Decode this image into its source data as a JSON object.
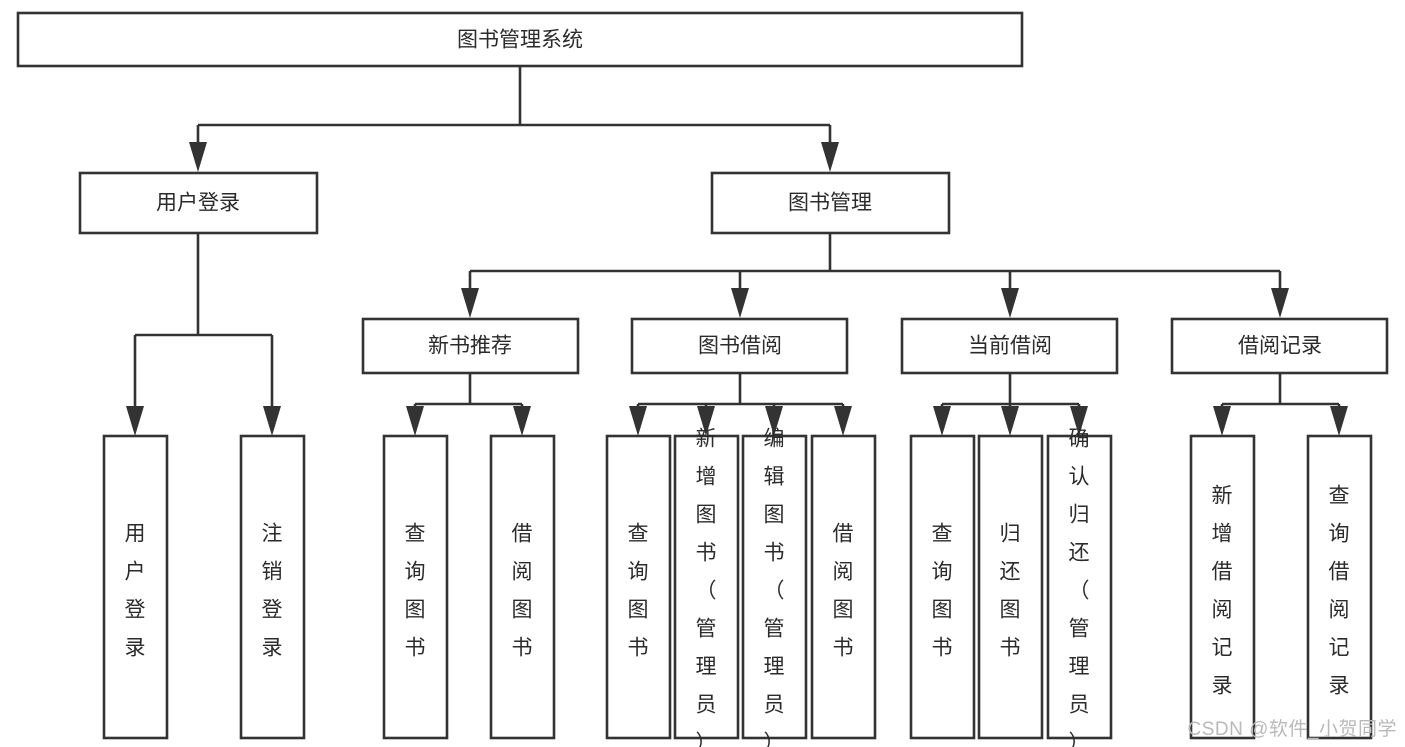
{
  "diagram": {
    "type": "tree-hierarchy",
    "title": "图书管理系统",
    "watermark": "CSDN @软件_小贺同学",
    "root": {
      "id": "root",
      "label": "图书管理系统"
    },
    "level2": [
      {
        "id": "user-login",
        "label": "用户登录"
      },
      {
        "id": "book-manage",
        "label": "图书管理"
      }
    ],
    "level3": [
      {
        "id": "new-book-recommend",
        "label": "新书推荐",
        "parent": "book-manage"
      },
      {
        "id": "book-borrow",
        "label": "图书借阅",
        "parent": "book-manage"
      },
      {
        "id": "current-borrow",
        "label": "当前借阅",
        "parent": "book-manage"
      },
      {
        "id": "borrow-record",
        "label": "借阅记录",
        "parent": "book-manage"
      }
    ],
    "leaves": {
      "user-login": [
        {
          "id": "leaf-user-login",
          "label": "用户登录"
        },
        {
          "id": "leaf-logout",
          "label": "注销登录"
        }
      ],
      "new-book-recommend": [
        {
          "id": "leaf-query-book-1",
          "label": "查询图书"
        },
        {
          "id": "leaf-borrow-book-1",
          "label": "借阅图书"
        }
      ],
      "book-borrow": [
        {
          "id": "leaf-query-book-2",
          "label": "查询图书"
        },
        {
          "id": "leaf-add-book",
          "label": "新增图书（管理员）"
        },
        {
          "id": "leaf-edit-book",
          "label": "编辑图书（管理员）"
        },
        {
          "id": "leaf-borrow-book-2",
          "label": "借阅图书"
        }
      ],
      "current-borrow": [
        {
          "id": "leaf-query-book-3",
          "label": "查询图书"
        },
        {
          "id": "leaf-return-book",
          "label": "归还图书"
        },
        {
          "id": "leaf-confirm-return",
          "label": "确认归还（管理员）"
        }
      ],
      "borrow-record": [
        {
          "id": "leaf-add-record",
          "label": "新增借阅记录"
        },
        {
          "id": "leaf-query-record",
          "label": "查询借阅记录"
        }
      ]
    },
    "colors": {
      "stroke": "#333333",
      "fill": "#ffffff",
      "text": "#2b2b2b",
      "watermark": "#b9b9b9"
    }
  }
}
